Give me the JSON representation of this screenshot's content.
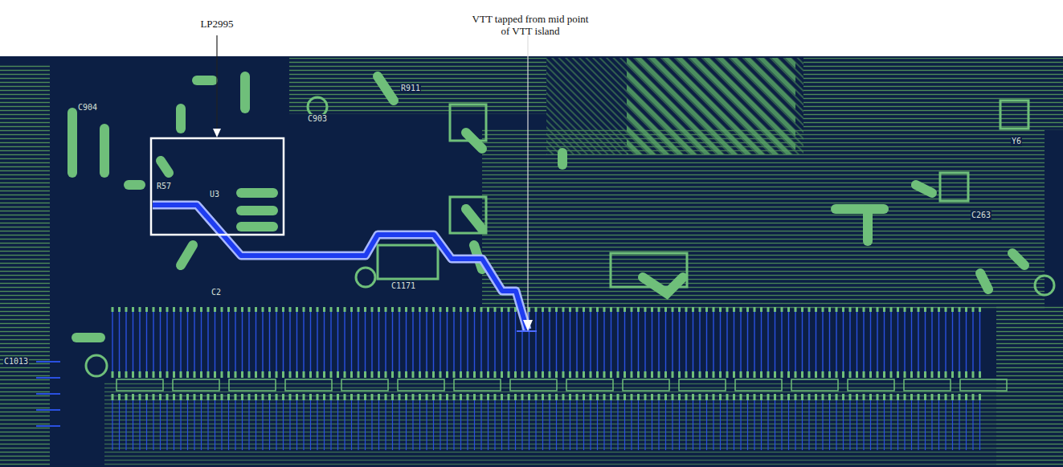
{
  "diagram": {
    "labels": [
      "LP2995",
      "VTT tapped from mid point of VTT island",
      "C904",
      "C903",
      "R911",
      "U3",
      "R57",
      "C2",
      "C1171",
      "Y6",
      "C263",
      "C1013"
    ]
  }
}
